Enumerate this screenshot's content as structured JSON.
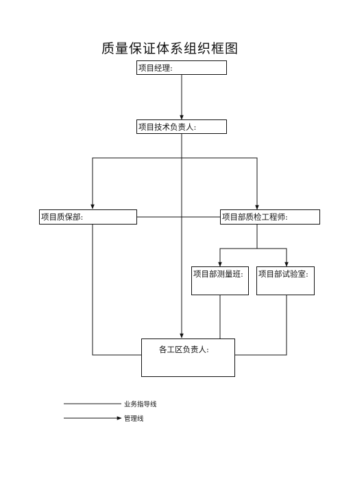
{
  "title": "质量保证体系组织框图",
  "nodes": {
    "manager": "项目经理:",
    "tech_lead": "项目技术负责人:",
    "quality_dept": "项目质保部:",
    "quality_engineer": "项目部质检工程师:",
    "survey_team": "项目部测量班:",
    "lab": "项目部试验室:",
    "site_lead": "各工区负责人:"
  },
  "legend": {
    "business_line": "业务指导线",
    "management_line": "管理线"
  }
}
